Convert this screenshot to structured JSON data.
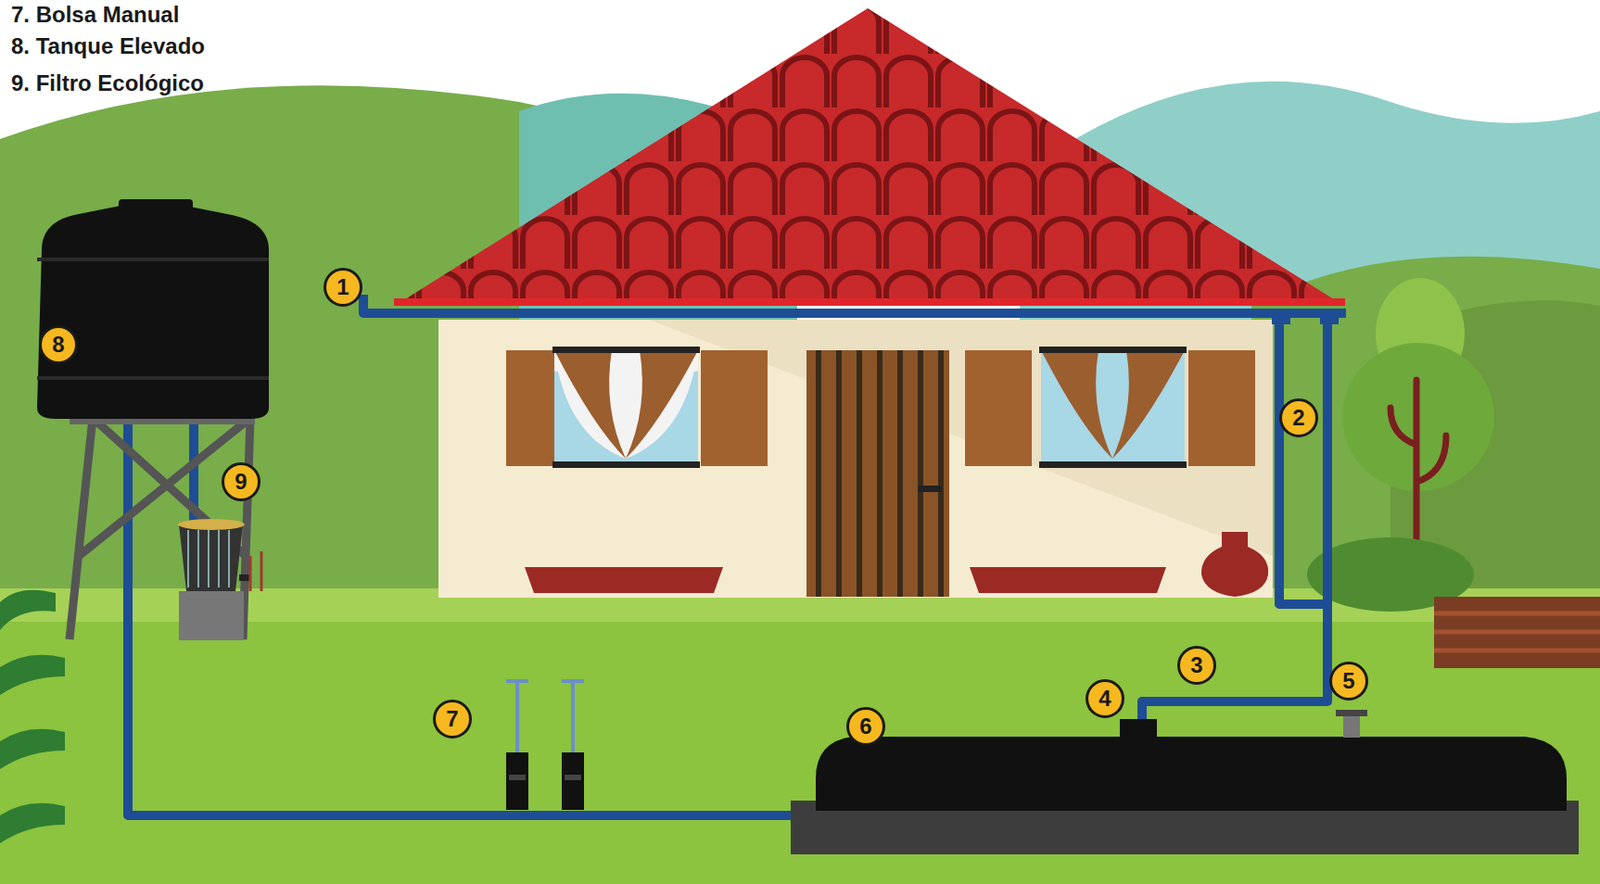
{
  "diagram": {
    "labels": [
      "7. Bolsa Manual",
      "8. Tanque Elevado",
      "9. Filtro Ecológico",
      "1",
      "2",
      "3",
      "4",
      "5",
      "6",
      "7",
      "8",
      "9"
    ]
  }
}
